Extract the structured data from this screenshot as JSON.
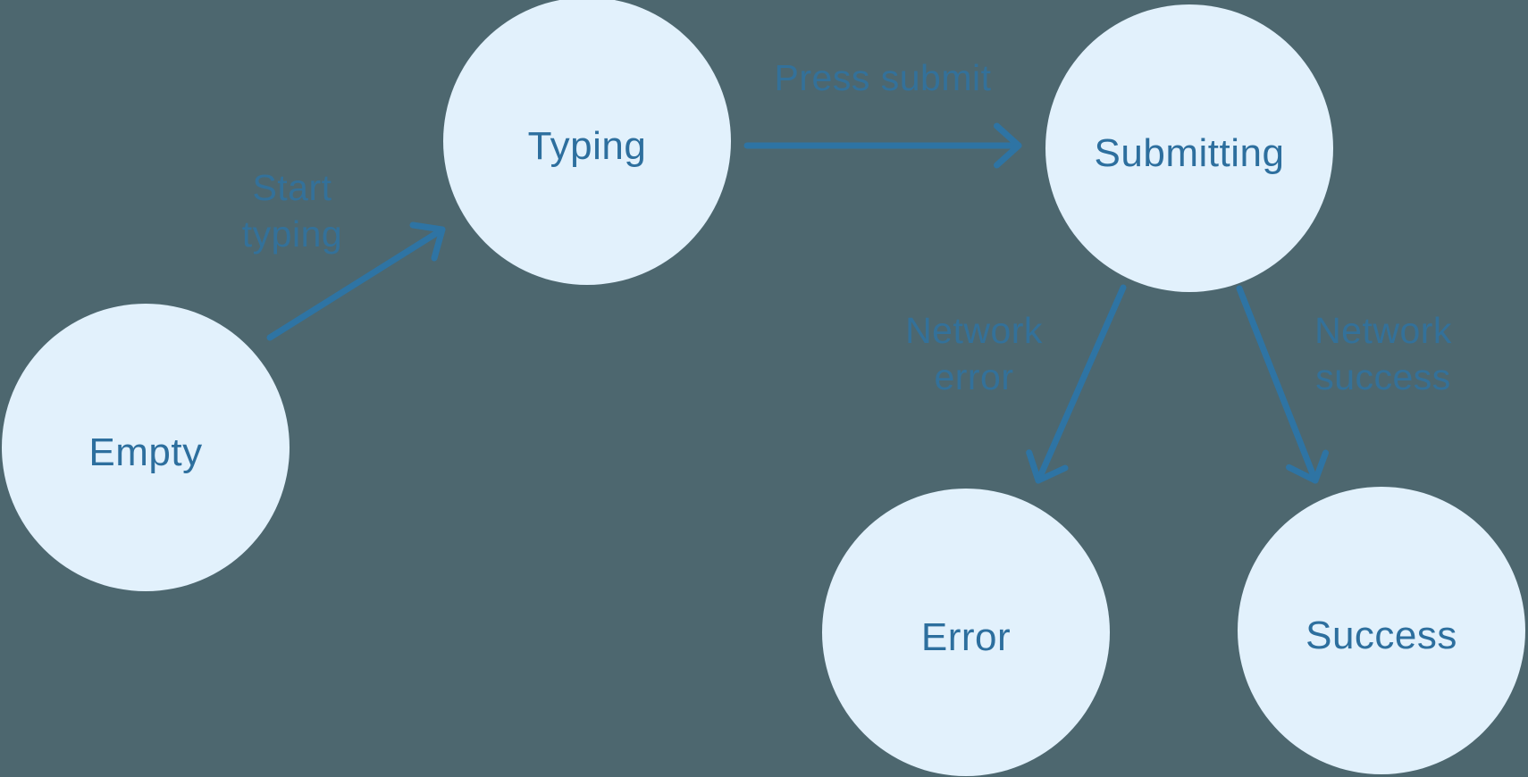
{
  "diagram": {
    "type": "state-machine",
    "background_color": "#4d676f",
    "node_fill_color": "#e2f1fc",
    "node_label_color": "#2d6f9e",
    "arrow_color": "#2e74a4",
    "states": [
      {
        "id": "empty",
        "label": "Empty"
      },
      {
        "id": "typing",
        "label": "Typing"
      },
      {
        "id": "submitting",
        "label": "Submitting"
      },
      {
        "id": "error",
        "label": "Error"
      },
      {
        "id": "success",
        "label": "Success"
      }
    ],
    "transitions": [
      {
        "from": "empty",
        "to": "typing",
        "label": "Start typing",
        "lines": [
          "Start",
          "typing"
        ]
      },
      {
        "from": "typing",
        "to": "submitting",
        "label": "Press submit",
        "lines": [
          "Press submit"
        ]
      },
      {
        "from": "submitting",
        "to": "error",
        "label": "Network error",
        "lines": [
          "Network",
          "error"
        ]
      },
      {
        "from": "submitting",
        "to": "success",
        "label": "Network success",
        "lines": [
          "Network",
          "success"
        ]
      }
    ]
  }
}
